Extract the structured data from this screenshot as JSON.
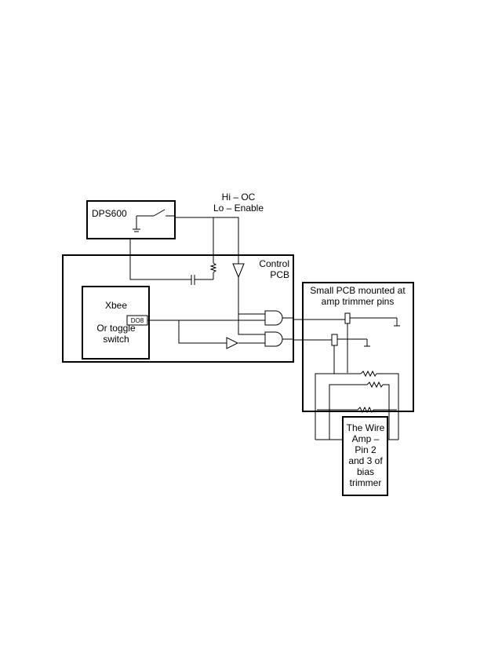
{
  "dps600": {
    "label": "DPS600"
  },
  "signal_note": {
    "line1": "Hi – OC",
    "line2": "Lo – Enable"
  },
  "control_pcb": {
    "line1": "Control",
    "line2": "PCB"
  },
  "xbee": {
    "title": "Xbee",
    "line2": "Or toggle",
    "line3": "switch",
    "pin": "DO8"
  },
  "small_pcb": {
    "line1": "Small PCB mounted at",
    "line2": "amp trimmer pins"
  },
  "wire_amp": {
    "lines": [
      "The Wire",
      "Amp –",
      "Pin 2",
      "and 3 of",
      "bias",
      "trimmer"
    ]
  }
}
